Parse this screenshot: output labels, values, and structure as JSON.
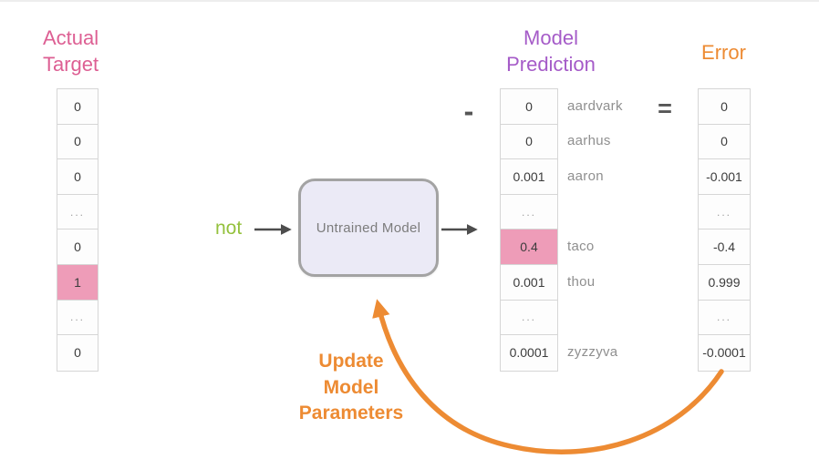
{
  "headers": {
    "actual_target": "Actual\nTarget",
    "model_prediction": "Model\nPrediction",
    "error": "Error"
  },
  "input_word": "not",
  "model": {
    "label": "Untrained Model"
  },
  "operators": {
    "minus": "-",
    "equals": "="
  },
  "update_label": "Update\nModel\nParameters",
  "vectors": {
    "actual_target": [
      "0",
      "0",
      "0",
      "...",
      "0",
      "1",
      "...",
      "0"
    ],
    "actual_target_highlight_index": 5,
    "prediction": [
      "0",
      "0",
      "0.001",
      "...",
      "0.4",
      "0.001",
      "...",
      "0.0001"
    ],
    "prediction_highlight_index": 4,
    "prediction_words": [
      "aardvark",
      "aarhus",
      "aaron",
      "",
      "taco",
      "thou",
      "",
      "zyzzyva"
    ],
    "error": [
      "0",
      "0",
      "-0.001",
      "...",
      "-0.4",
      "0.999",
      "...",
      "-0.0001"
    ]
  },
  "colors": {
    "pink_header": "#dd5f93",
    "purple_header": "#a55bc8",
    "orange": "#ed8b33",
    "green": "#94c13d",
    "highlight_pink": "#ee9cb8",
    "box_fill": "#ebeaf6",
    "box_border": "#a3a3a3",
    "arrow_dark": "#4d4d4d"
  }
}
